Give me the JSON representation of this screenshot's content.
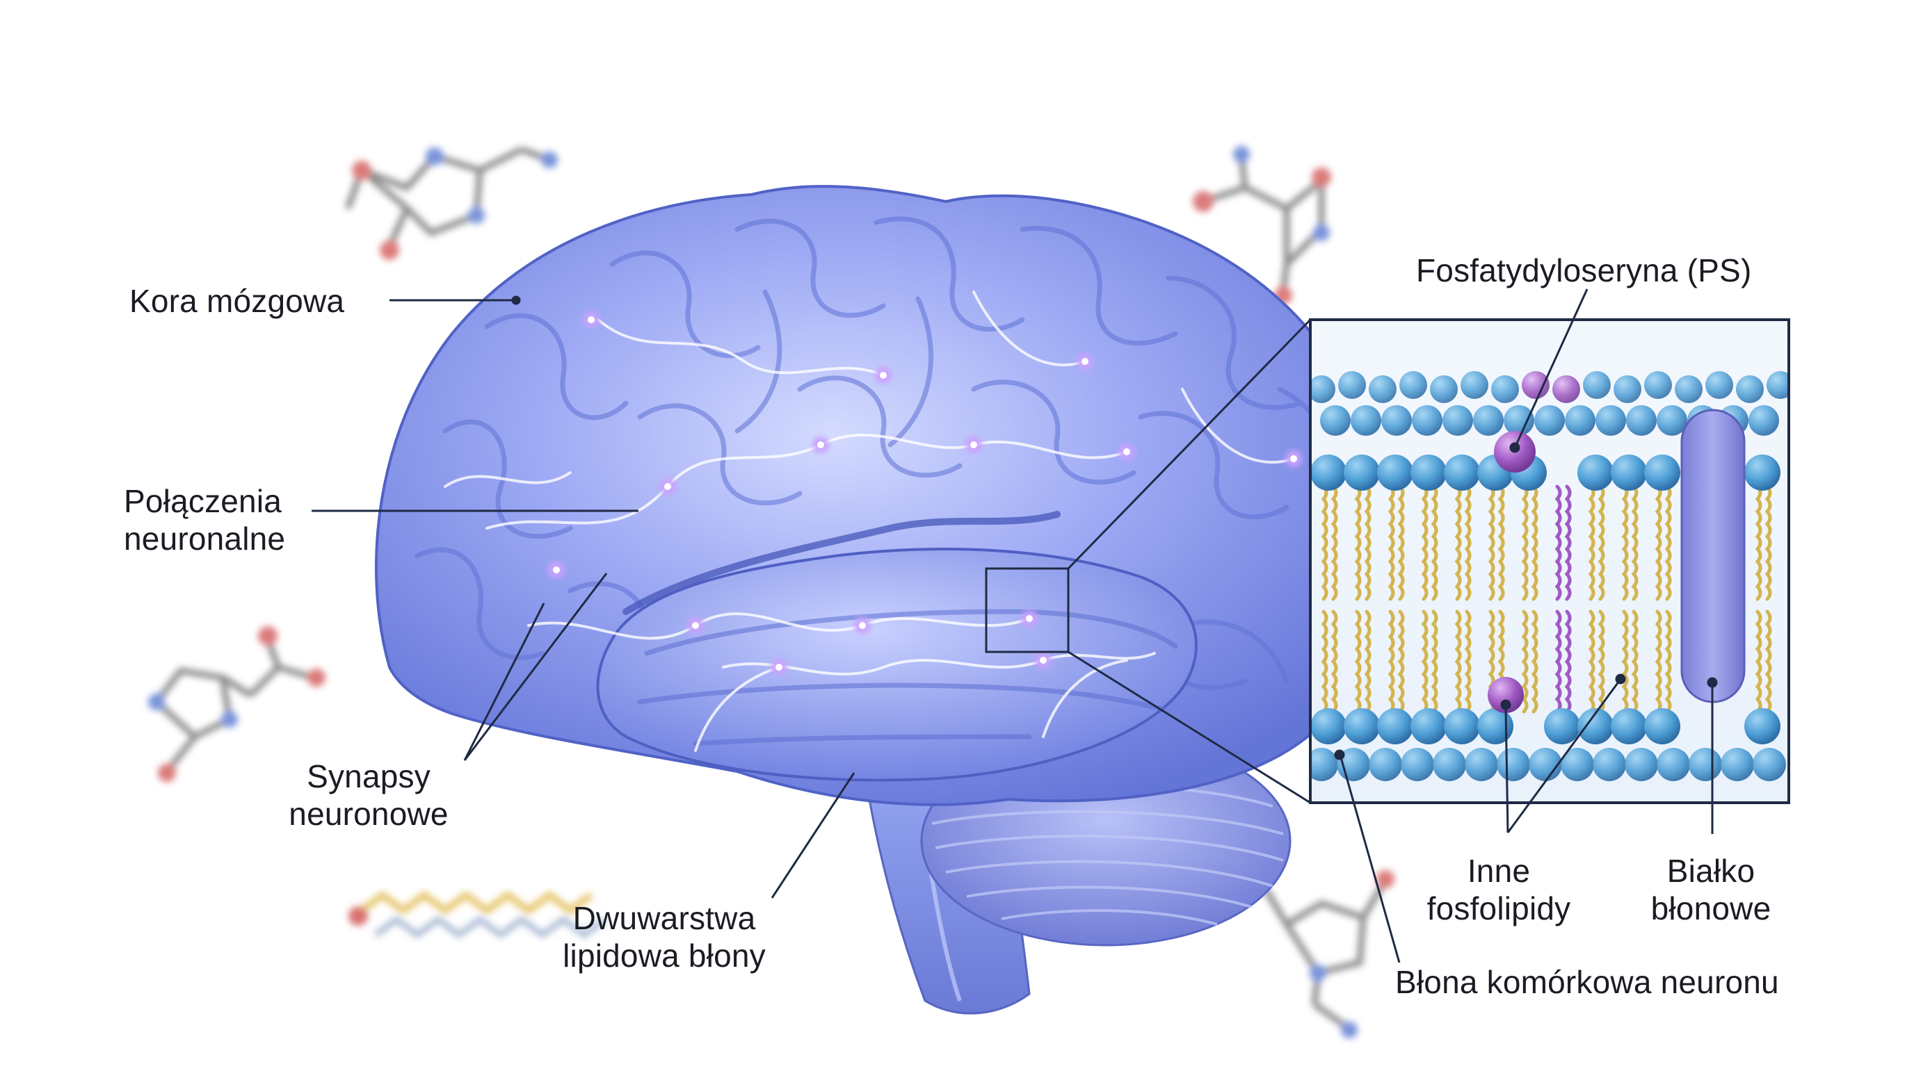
{
  "labels": {
    "cortex": "Kora mózgowa",
    "connections": [
      "Połączenia",
      "neuronalne"
    ],
    "synapses": [
      "Synapsy",
      "neuronowe"
    ],
    "bilayer": [
      "Dwuwarstwa",
      "lipidowa błony"
    ],
    "ps": "Fosfatydyloseryna (PS)",
    "other_phospholipids": [
      "Inne",
      "fosfolipidy"
    ],
    "membrane_protein": [
      "Białko",
      "błonowe"
    ],
    "neuron_membrane": "Błona komórkowa neuronu"
  },
  "colors": {
    "brain_light": "#c7cffb",
    "brain_mid": "#8e9ff0",
    "brain_dark": "#5b6fd3",
    "vein": "#ffffff",
    "spark": "#b58bff",
    "lipid_head": "#4f9fd6",
    "lipid_tail": "#d3b44f",
    "ps_head": "#a05ac3",
    "protein": "#8c8fdd",
    "line": "#1f2a44"
  },
  "icons": [
    "molecule-icon",
    "fatty-acid-chain-icon"
  ]
}
